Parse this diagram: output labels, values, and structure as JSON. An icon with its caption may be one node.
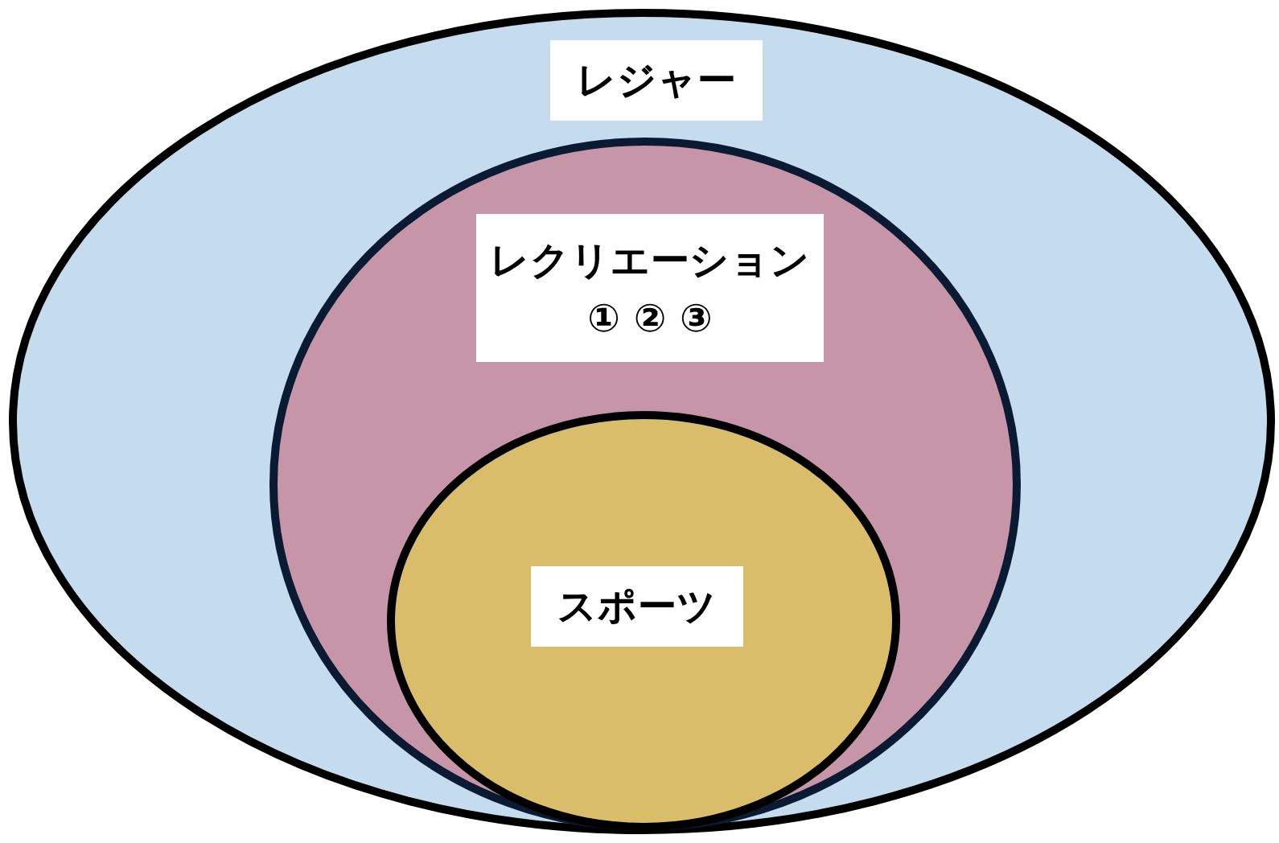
{
  "diagram": {
    "nodes": [
      {
        "text": [
          "レジャー"
        ]
      },
      {
        "text": [
          "レクリエーション",
          "① ② ③"
        ],
        "in": 0
      },
      {
        "text": [
          "スポーツ"
        ],
        "in": 1
      }
    ]
  }
}
